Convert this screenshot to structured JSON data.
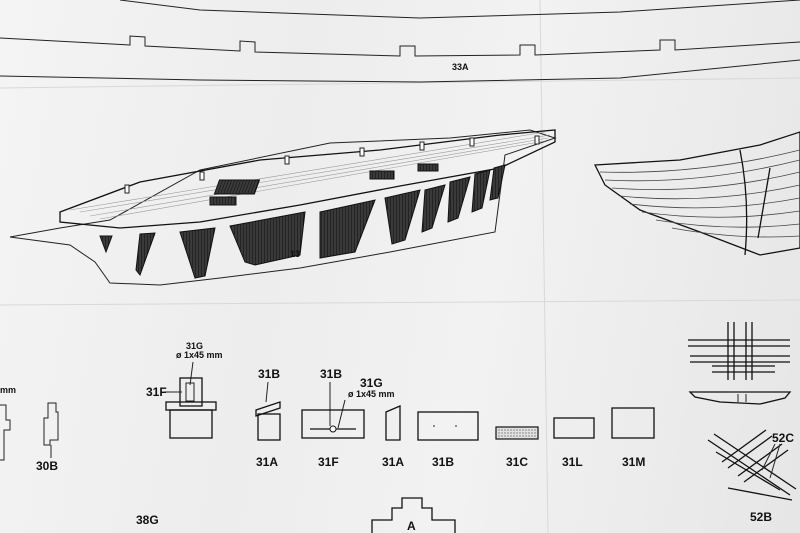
{
  "plan": {
    "top_label": "33A",
    "hull_label": "13",
    "parts": {
      "p31G_left": "31G",
      "p31G_left_dim": "ø 1x45 mm",
      "p31F_left": "31F",
      "p31B_top": "31B",
      "p31A_left": "31A",
      "p31B_mid": "31B",
      "p31G_mid": "31G",
      "p31G_mid_dim": "ø 1x45 mm",
      "p31F_mid": "31F",
      "p31A_mid": "31A",
      "p31B_box": "31B",
      "p31C": "31C",
      "p31L": "31L",
      "p31M": "31M",
      "p30B": "30B",
      "p38G": "38G",
      "pmm": "mm",
      "p52C": "52C",
      "p52B": "52B",
      "pA": "A"
    }
  }
}
